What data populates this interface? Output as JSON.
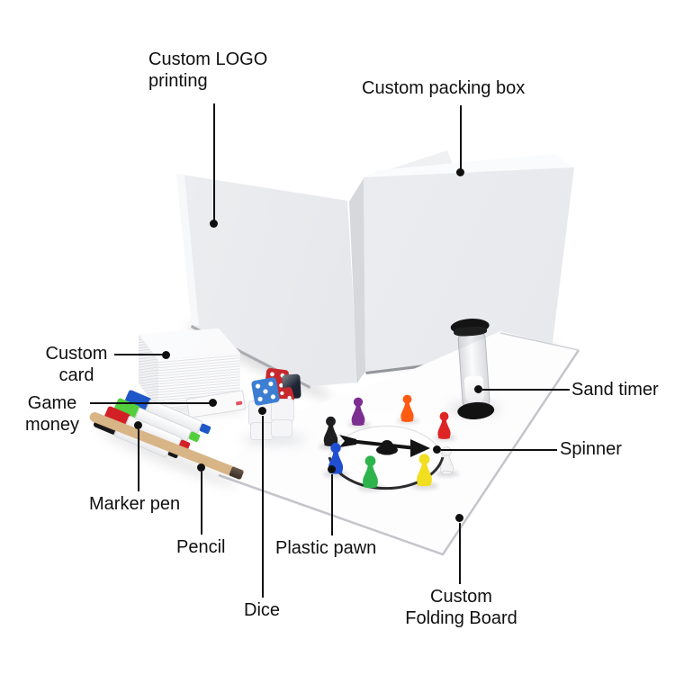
{
  "annotations": {
    "logo_printing": {
      "line1": "Custom LOGO",
      "line2": "printing"
    },
    "packing_box": {
      "label": "Custom packing box"
    },
    "custom_card": {
      "line1": "Custom",
      "line2": "card"
    },
    "game_money": {
      "line1": "Game",
      "line2": "money"
    },
    "marker_pen": {
      "label": "Marker pen"
    },
    "pencil": {
      "label": "Pencil"
    },
    "plastic_pawn": {
      "label": "Plastic pawn"
    },
    "dice": {
      "label": "Dice"
    },
    "sand_timer": {
      "label": "Sand timer"
    },
    "spinner": {
      "label": "Spinner"
    },
    "folding_board": {
      "line1": "Custom",
      "line2": "Folding Board"
    }
  },
  "style": {
    "background": "#ffffff",
    "text_color": "#101010",
    "callout_color": "#101010",
    "box_face": "#e9ebee"
  },
  "scene": {
    "pawns": [
      {
        "name": "purple",
        "color": "#7c2f90"
      },
      {
        "name": "orange",
        "color": "#ff5a12"
      },
      {
        "name": "red",
        "color": "#de2424"
      },
      {
        "name": "black",
        "color": "#1e1e20"
      },
      {
        "name": "blue",
        "color": "#1f4fd0"
      },
      {
        "name": "green",
        "color": "#2db44d"
      },
      {
        "name": "yellow",
        "color": "#f2de20"
      },
      {
        "name": "white",
        "color": "#f4f4f5"
      }
    ],
    "markers": [
      {
        "name": "blue",
        "color": "#1d57c8"
      },
      {
        "name": "green",
        "color": "#53cf3d"
      },
      {
        "name": "red",
        "color": "#d32026"
      },
      {
        "name": "black",
        "color": "#18181a"
      }
    ],
    "dice": {
      "blue": "#3c7fd2",
      "red": "#c7282c",
      "dark": "#1d2433",
      "white": "#f5f5f7"
    },
    "pencil_wood": "#d8b586",
    "spinner_arrow": "#141414"
  }
}
